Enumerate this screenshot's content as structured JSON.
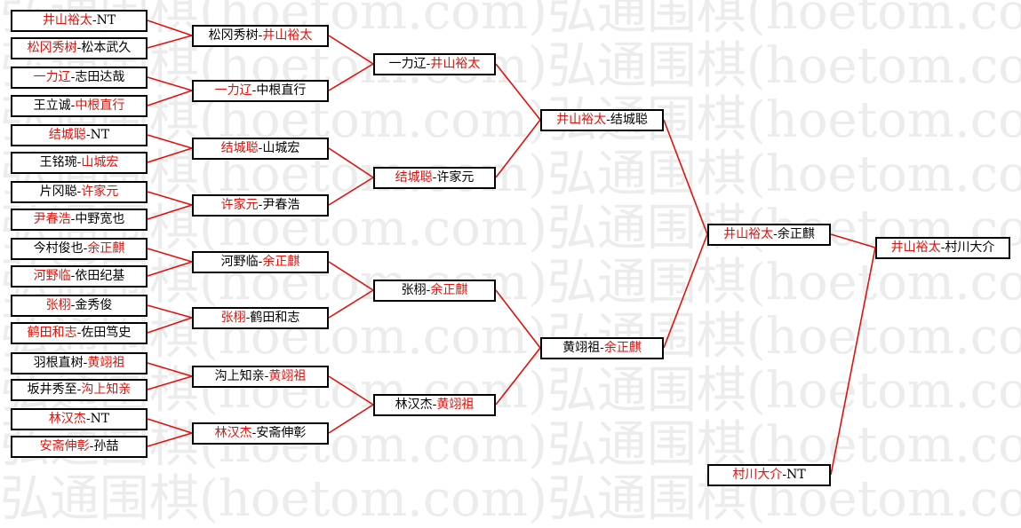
{
  "watermark": {
    "text": "弘通围棋(hoetom.com)弘通围棋(hoetom.com)弘通围棋(hoetom.com)"
  },
  "colors": {
    "winner": "#e0120b",
    "line": "#e0120b",
    "text": "#000000",
    "watermark": "#ececec"
  },
  "bracket": {
    "round1": [
      {
        "a": "井山裕太",
        "b": "NT",
        "winner": "a"
      },
      {
        "a": "松冈秀树",
        "b": "松本武久",
        "winner": "a"
      },
      {
        "a": "一力辽",
        "b": "志田达哉",
        "winner": "a"
      },
      {
        "a": "王立诚",
        "b": "中根直行",
        "winner": "b"
      },
      {
        "a": "结城聪",
        "b": "NT",
        "winner": "a"
      },
      {
        "a": "王铭琬",
        "b": "山城宏",
        "winner": "b"
      },
      {
        "a": "片冈聪",
        "b": "许家元",
        "winner": "b"
      },
      {
        "a": "尹春浩",
        "b": "中野宽也",
        "winner": "a"
      },
      {
        "a": "今村俊也",
        "b": "余正麒",
        "winner": "b"
      },
      {
        "a": "河野临",
        "b": "依田纪基",
        "winner": "a"
      },
      {
        "a": "张栩",
        "b": "金秀俊",
        "winner": "a"
      },
      {
        "a": "鹤田和志",
        "b": "佐田笃史",
        "winner": "a"
      },
      {
        "a": "羽根直树",
        "b": "黄翊祖",
        "winner": "b"
      },
      {
        "a": "坂井秀至",
        "b": "沟上知亲",
        "winner": "b"
      },
      {
        "a": "林汉杰",
        "b": "NT",
        "winner": "a"
      },
      {
        "a": "安斋伸彰",
        "b": "孙喆",
        "winner": "a"
      }
    ],
    "round2": [
      {
        "a": "松冈秀树",
        "b": "井山裕太",
        "winner": "b"
      },
      {
        "a": "一力辽",
        "b": "中根直行",
        "winner": "a"
      },
      {
        "a": "结城聪",
        "b": "山城宏",
        "winner": "a"
      },
      {
        "a": "许家元",
        "b": "尹春浩",
        "winner": "a"
      },
      {
        "a": "河野临",
        "b": "余正麒",
        "winner": "b"
      },
      {
        "a": "张栩",
        "b": "鹤田和志",
        "winner": "a"
      },
      {
        "a": "沟上知亲",
        "b": "黄翊祖",
        "winner": "b"
      },
      {
        "a": "林汉杰",
        "b": "安斋伸彰",
        "winner": "a"
      }
    ],
    "round3": [
      {
        "a": "一力辽",
        "b": "井山裕太",
        "winner": "b"
      },
      {
        "a": "结城聪",
        "b": "许家元",
        "winner": "a"
      },
      {
        "a": "张栩",
        "b": "余正麒",
        "winner": "b"
      },
      {
        "a": "林汉杰",
        "b": "黄翊祖",
        "winner": "b"
      }
    ],
    "round4": [
      {
        "a": "井山裕太",
        "b": "结城聪",
        "winner": "a"
      },
      {
        "a": "黄翊祖",
        "b": "余正麒",
        "winner": "b"
      }
    ],
    "round5": [
      {
        "a": "井山裕太",
        "b": "余正麒",
        "winner": "a"
      }
    ],
    "bye": {
      "a": "村川大介",
      "b": "NT",
      "winner": "a"
    },
    "final": {
      "a": "井山裕太",
      "b": "村川大介",
      "winner": "a"
    }
  }
}
